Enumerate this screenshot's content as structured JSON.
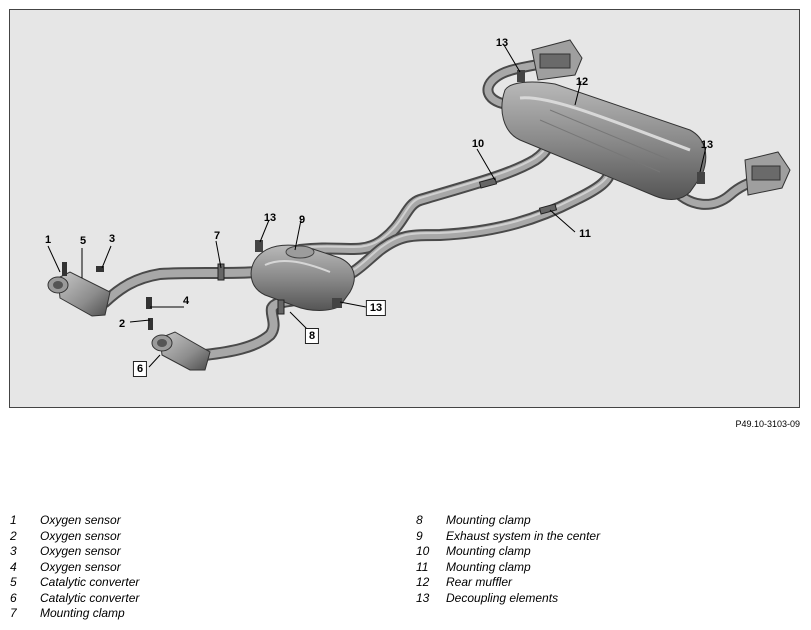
{
  "figure": {
    "code": "P49.10-3103-09",
    "callouts": [
      {
        "number": "1"
      },
      {
        "number": "2"
      },
      {
        "number": "3"
      },
      {
        "number": "4"
      },
      {
        "number": "5"
      },
      {
        "number": "6"
      },
      {
        "number": "7"
      },
      {
        "number": "8"
      },
      {
        "number": "9"
      },
      {
        "number": "10"
      },
      {
        "number": "11"
      },
      {
        "number": "12"
      },
      {
        "number": "13"
      },
      {
        "number": "13"
      },
      {
        "number": "13"
      },
      {
        "number": "13"
      }
    ]
  },
  "legend": {
    "left": [
      {
        "number": "1",
        "text": "Oxygen sensor"
      },
      {
        "number": "2",
        "text": "Oxygen sensor"
      },
      {
        "number": "3",
        "text": "Oxygen sensor"
      },
      {
        "number": "4",
        "text": "Oxygen sensor"
      },
      {
        "number": "5",
        "text": "Catalytic converter"
      },
      {
        "number": "6",
        "text": "Catalytic converter"
      },
      {
        "number": "7",
        "text": "Mounting clamp"
      }
    ],
    "right": [
      {
        "number": "8",
        "text": "Mounting clamp"
      },
      {
        "number": "9",
        "text": "Exhaust system in the center"
      },
      {
        "number": "10",
        "text": "Mounting clamp"
      },
      {
        "number": "11",
        "text": "Mounting clamp"
      },
      {
        "number": "12",
        "text": "Rear muffler"
      },
      {
        "number": "13",
        "text": "Decoupling elements"
      }
    ]
  }
}
